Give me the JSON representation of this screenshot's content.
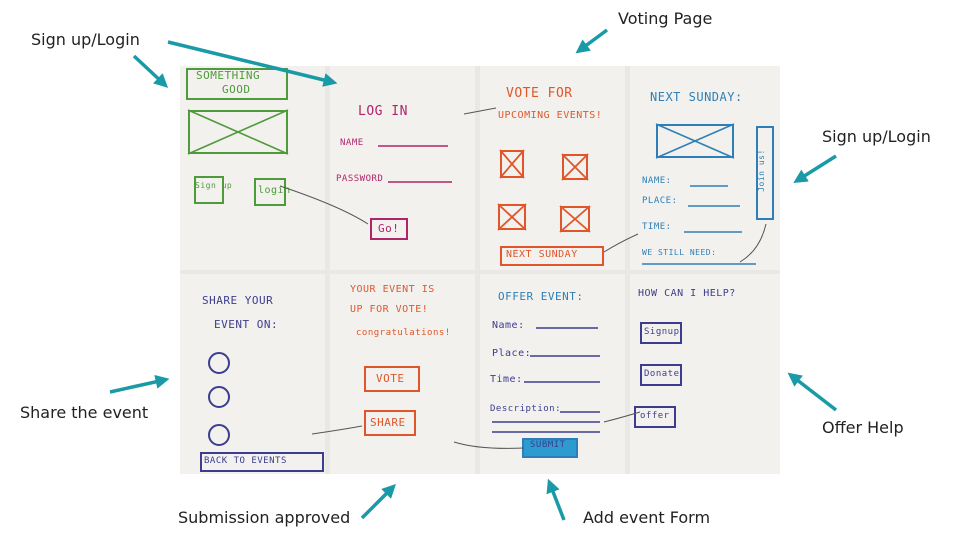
{
  "annotations": {
    "signup_login_left": "Sign up/Login",
    "voting_page": "Voting Page",
    "signup_login_right": "Sign up/Login",
    "share_event": "Share the event",
    "offer_help": "Offer Help",
    "submission_approved": "Submission approved",
    "add_event_form": "Add event Form"
  },
  "panels": {
    "landing": {
      "title_line1": "SOMETHING",
      "title_line2": "GOOD",
      "signup": "Sign up",
      "login": "login"
    },
    "login": {
      "title": "LOG IN",
      "name": "NAME",
      "password": "PASSWORD",
      "go": "Go!"
    },
    "vote": {
      "title_line1": "VOTE FOR",
      "title_line2": "UPCOMING EVENTS!",
      "next_button": "NEXT SUNDAY"
    },
    "next_sunday": {
      "title": "NEXT SUNDAY:",
      "name": "NAME:",
      "place": "PLACE:",
      "time": "TIME:",
      "still_need": "WE STILL NEED:",
      "join": "Join us!"
    },
    "share": {
      "title_line1": "SHARE YOUR",
      "title_line2": "EVENT ON:",
      "back": "BACK TO EVENTS"
    },
    "approved": {
      "title_line1": "YOUR EVENT IS",
      "title_line2": "UP FOR VOTE!",
      "congrats": "congratulations!",
      "vote": "VOTE",
      "share": "SHARE"
    },
    "offer_event": {
      "title": "OFFER EVENT:",
      "name": "Name:",
      "place": "Place:",
      "time": "Time:",
      "description": "Description:",
      "submit": "SUBMIT"
    },
    "help": {
      "title": "HOW CAN I HELP?",
      "signup": "Signup",
      "donate": "Donate",
      "offer": "offer"
    }
  },
  "colors": {
    "arrow": "#1a9aa6",
    "green": "#4f9a3a",
    "magenta": "#b0246a",
    "orange": "#e0562a",
    "blue": "#2e7fb7",
    "navy": "#3c3d8f"
  },
  "icons": [
    "facebook-icon",
    "pinterest-icon",
    "whatsapp-icon"
  ]
}
